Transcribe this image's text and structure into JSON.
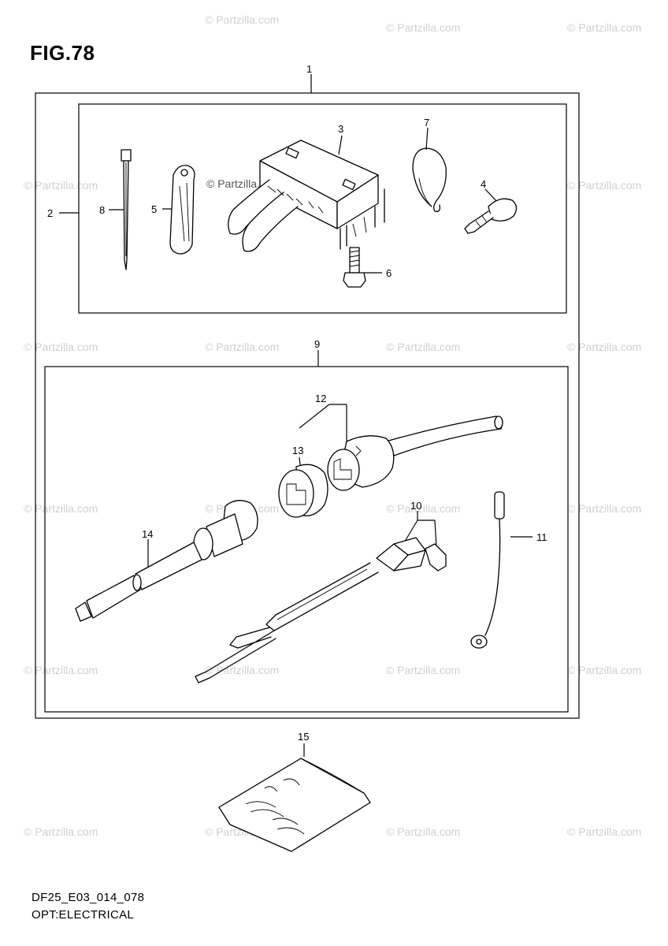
{
  "figure": {
    "title": "FIG.78"
  },
  "footer": {
    "code": "DF25_E03_014_078",
    "name": "OPT:ELECTRICAL"
  },
  "watermark": {
    "text": "© Partzilla.com"
  },
  "callouts": [
    "1",
    "2",
    "3",
    "4",
    "5",
    "6",
    "7",
    "8",
    "9",
    "10",
    "11",
    "12",
    "13",
    "14",
    "15"
  ]
}
